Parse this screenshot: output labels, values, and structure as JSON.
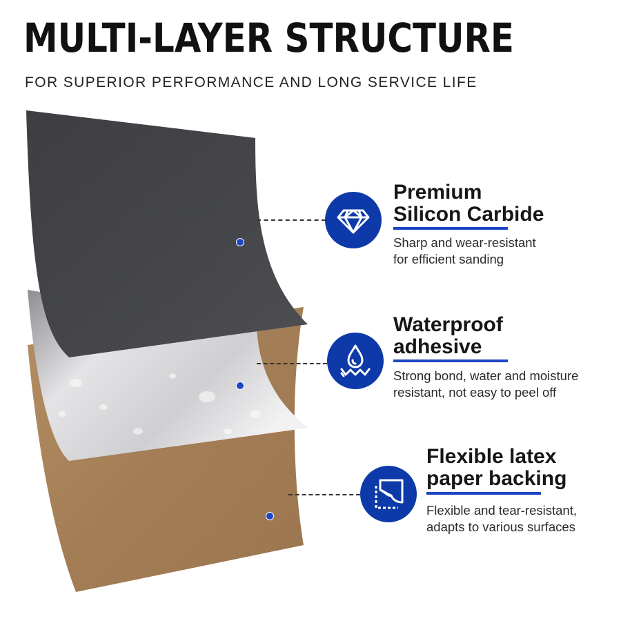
{
  "header": {
    "title": "MULTI-LAYER STRUCTURE",
    "subtitle": "FOR SUPERIOR PERFORMANCE AND LONG SERVICE LIFE"
  },
  "colors": {
    "accent": "#0d3aa8",
    "underline": "#1d45c4",
    "abrasive_layer": "#3b3c40",
    "adhesive_layer": "#c9c9cb",
    "backing_layer": "#a57f55"
  },
  "features": [
    {
      "icon": "diamond-icon",
      "title_line1": "Premium",
      "title_line2": "Silicon Carbide",
      "desc_line1": "Sharp and wear-resistant",
      "desc_line2": "for efficient sanding"
    },
    {
      "icon": "water-drop-icon",
      "title_line1": "Waterproof",
      "title_line2": "adhesive",
      "desc_line1": "Strong bond, water and moisture",
      "desc_line2": "resistant, not easy to peel off"
    },
    {
      "icon": "peeling-paper-icon",
      "title_line1": "Flexible latex",
      "title_line2": "paper backing",
      "desc_line1": "Flexible and tear-resistant,",
      "desc_line2": "adapts to various surfaces"
    }
  ]
}
